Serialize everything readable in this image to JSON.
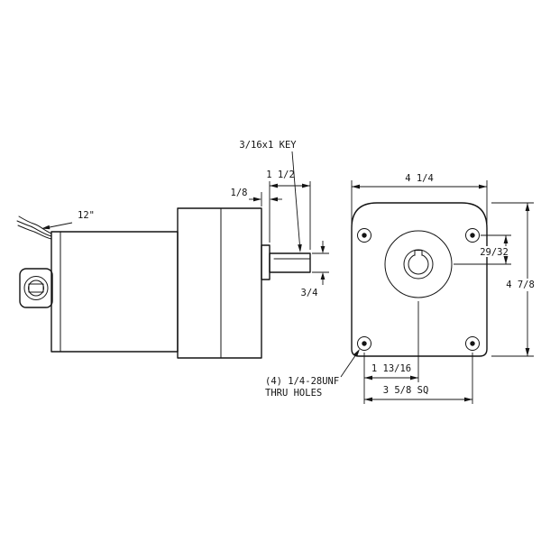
{
  "drawing": {
    "background": "#ffffff",
    "line_color": "#141414",
    "side_view": {
      "wire_length_label": "12\"",
      "key_label": "3/16x1 KEY",
      "shaft_length_label": "1 1/2",
      "key_offset_label": "1/8",
      "shaft_diameter_label": "3/4"
    },
    "front_view": {
      "width_label": "4 1/4",
      "shaft_vertical_offset_label": "29/32",
      "height_label": "4 7/8",
      "shaft_horizontal_offset_label": "1 13/16",
      "bolt_pattern_label": "3 5/8 SQ",
      "mounting_holes_label_line1": "(4) 1/4-28UNF",
      "mounting_holes_label_line2": "THRU HOLES"
    }
  }
}
